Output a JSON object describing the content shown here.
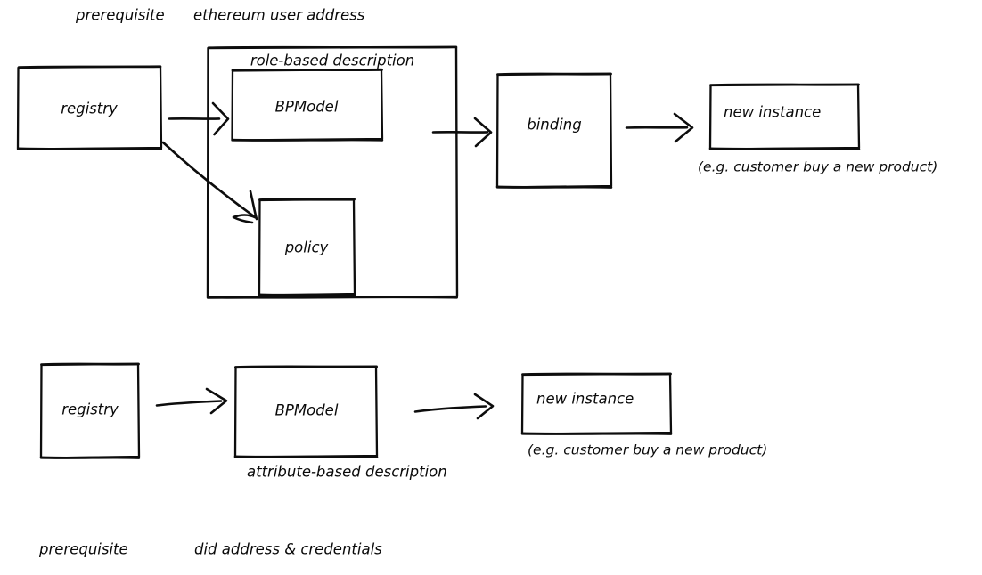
{
  "page": {
    "title": "Business process description and instantiation flows",
    "background_color": "#ffffff",
    "ink_color": "#0d0d0d"
  },
  "top_flow": {
    "annotations": {
      "prerequisite_label": "prerequisite",
      "prerequisite_value": "ethereum user address"
    },
    "registry_box": {
      "label": "registry"
    },
    "container_box": {
      "label": "role-based description"
    },
    "bpmodel_box": {
      "label": "BPModel"
    },
    "policy_box": {
      "label": "policy"
    },
    "binding_box": {
      "label": "binding"
    },
    "new_instance_box": {
      "label": "new instance"
    },
    "new_instance_caption": "(e.g. customer buy a new product)",
    "arrows": [
      {
        "name": "registry-to-container",
        "kind": "straight"
      },
      {
        "name": "registry-to-policy",
        "kind": "diagonal-squiggle"
      },
      {
        "name": "container-to-binding",
        "kind": "straight"
      },
      {
        "name": "binding-to-new-instance",
        "kind": "straight"
      }
    ]
  },
  "bottom_flow": {
    "registry_box": {
      "label": "registry"
    },
    "bpmodel_box": {
      "label": "BPModel"
    },
    "bpmodel_caption": "attribute-based description",
    "new_instance_box": {
      "label": "new instance"
    },
    "new_instance_caption": "(e.g. customer buy a new product)",
    "annotations": {
      "prerequisite_label": "prerequisite",
      "prerequisite_value": "did address & credentials"
    },
    "arrows": [
      {
        "name": "registry-to-bpmodel",
        "kind": "straight"
      },
      {
        "name": "bpmodel-to-new-instance",
        "kind": "straight"
      }
    ]
  }
}
